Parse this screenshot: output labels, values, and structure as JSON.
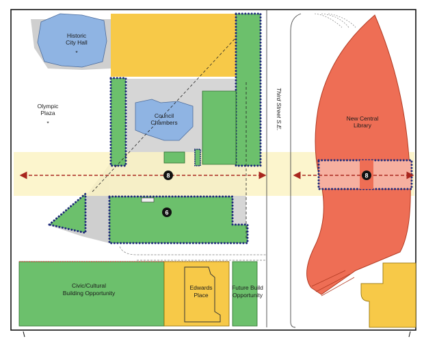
{
  "colors": {
    "green": "#6cc06c",
    "yellow": "#f7c948",
    "blue": "#8fb4e3",
    "gray": "#cfcfcf",
    "red": "#ee6e55",
    "light_red": "#f6b0a0",
    "band": "#fbf3c4",
    "dots": "#1f2a7a",
    "arrow": "#a8261e"
  },
  "labels": {
    "city_hall": [
      "Historic",
      "City Hall"
    ],
    "olympic_plaza": [
      "Olympic",
      "Plaza"
    ],
    "council": [
      "Council",
      "Chambers"
    ],
    "library": [
      "New Central",
      "Library"
    ],
    "civic": [
      "Civic/Cultural",
      "Building Opportunity"
    ],
    "edwards": [
      "Edwards",
      "Place"
    ],
    "future": [
      "Future Build",
      "Opportunity"
    ],
    "street": "Third Street S.E.",
    "marker_8a": "8",
    "marker_8b": "8",
    "marker_6": "6",
    "star": "*"
  }
}
